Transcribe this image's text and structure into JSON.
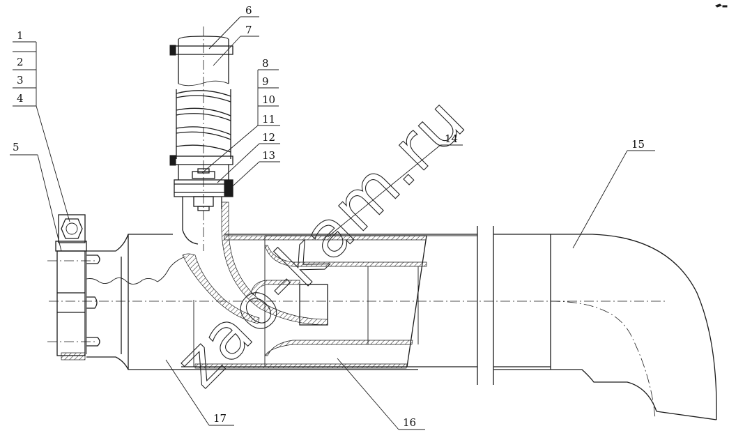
{
  "callouts": [
    {
      "id": "c1",
      "text": "1"
    },
    {
      "id": "c2",
      "text": "2"
    },
    {
      "id": "c3",
      "text": "3"
    },
    {
      "id": "c4",
      "text": "4"
    },
    {
      "id": "c5",
      "text": "5"
    },
    {
      "id": "c6",
      "text": "6"
    },
    {
      "id": "c7",
      "text": "7"
    },
    {
      "id": "c8",
      "text": "8"
    },
    {
      "id": "c9",
      "text": "9"
    },
    {
      "id": "c10",
      "text": "10"
    },
    {
      "id": "c11",
      "text": "11"
    },
    {
      "id": "c12",
      "text": "12"
    },
    {
      "id": "c13",
      "text": "13"
    },
    {
      "id": "c14",
      "text": "14"
    },
    {
      "id": "c15",
      "text": "15"
    },
    {
      "id": "c16",
      "text": "16"
    },
    {
      "id": "c17",
      "text": "17"
    }
  ],
  "watermark": "zao-kam.ru"
}
